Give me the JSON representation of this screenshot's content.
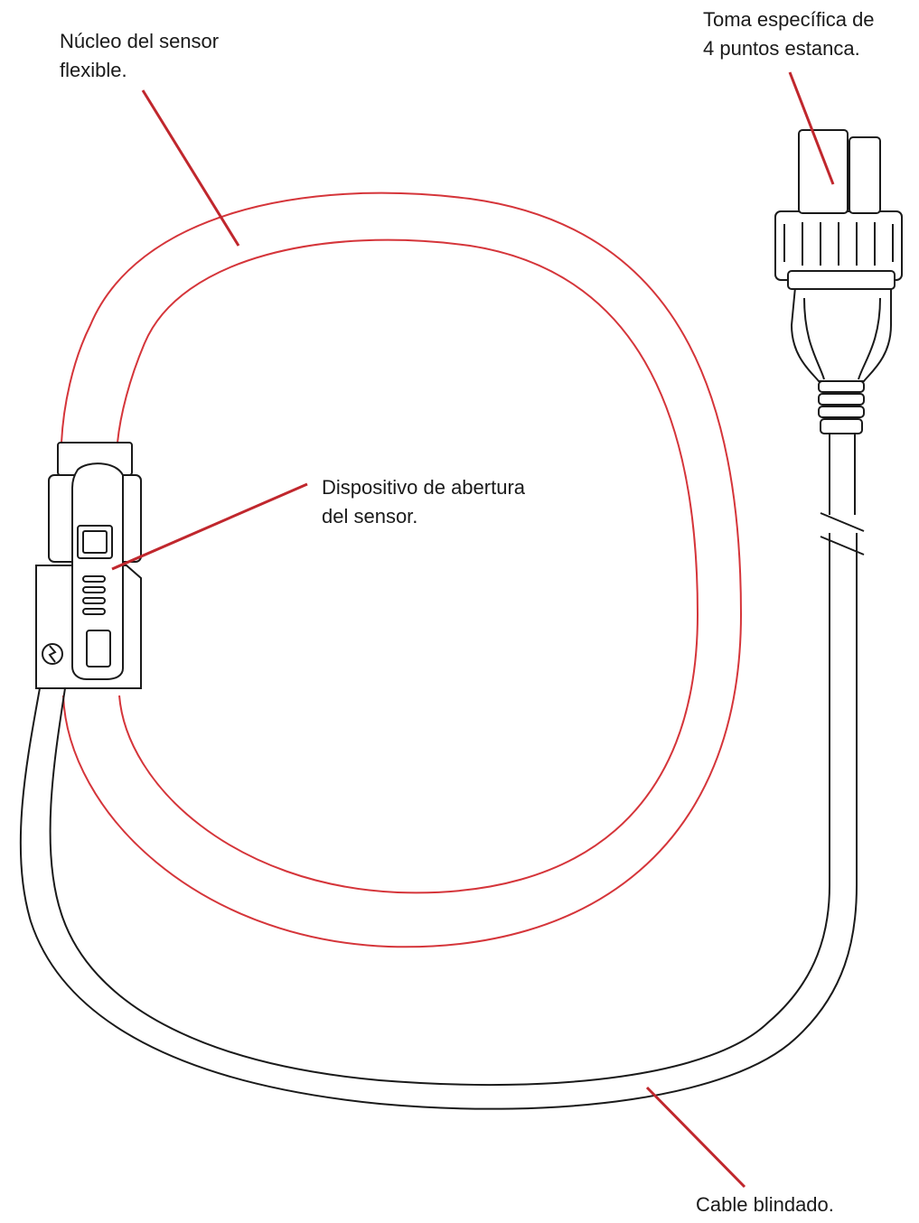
{
  "labels": {
    "core": {
      "line1": "Núcleo del sensor",
      "line2": "flexible."
    },
    "plug": {
      "line1": "Toma específica de",
      "line2": "4 puntos estanca."
    },
    "opener": {
      "line1": "Dispositivo de abertura",
      "line2": "del sensor."
    },
    "cable": {
      "line1": "Cable blindado."
    }
  },
  "colors": {
    "leader": "#c0272d",
    "coil": "#d5353a",
    "outline": "#1a1a1a",
    "text": "#1a1a1a"
  },
  "icons": [
    "lightning-symbol-icon"
  ]
}
